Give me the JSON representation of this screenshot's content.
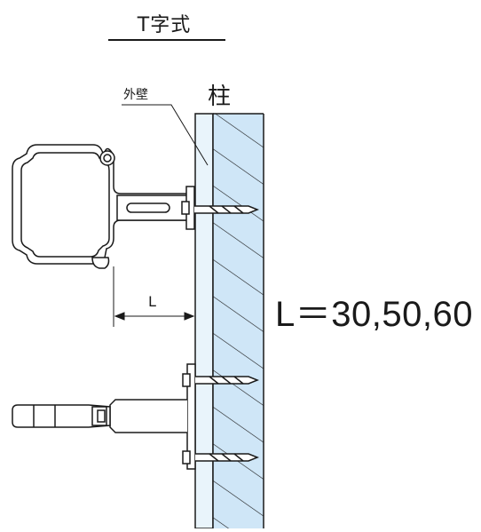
{
  "title": "T字式",
  "labels": {
    "outer_wall": "外壁",
    "pillar": "柱",
    "dimension": "L",
    "spec": "L＝30,50,60"
  },
  "colors": {
    "pillar_fill": "#cfe6f7",
    "wall_fill": "#e9f4fb",
    "line": "#1a1a1a"
  }
}
